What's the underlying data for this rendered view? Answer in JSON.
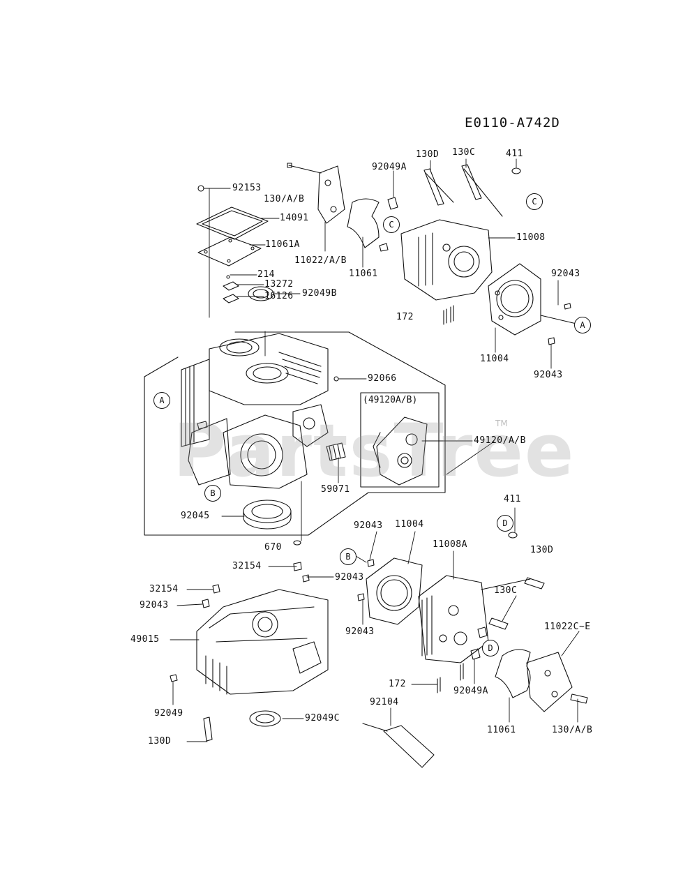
{
  "diagram_code": "E0110-A742D",
  "watermark": {
    "text": "PartsTree",
    "tm": "TM"
  },
  "inset": {
    "title": "(49120A/B)"
  },
  "callouts": {
    "a": "A",
    "b": "B",
    "c": "C",
    "d": "D"
  },
  "parts": {
    "p130d_top": "130D",
    "p130c_top": "130C",
    "p411_top": "411",
    "p92049a_top": "92049A",
    "p92153": "92153",
    "p130ab_top": "130/A/B",
    "p14091": "14091",
    "p11061a": "11061A",
    "p11022ab": "11022/A/B",
    "p11061_top": "11061",
    "p11008": "11008",
    "p92043_r1": "92043",
    "p214": "214",
    "p13272": "13272",
    "p16126": "16126",
    "p92049b": "92049B",
    "p172_top": "172",
    "p11004_top": "11004",
    "p92043_r2": "92043",
    "p92066": "92066",
    "p49120ab": "49120/A/B",
    "p59071": "59071",
    "p92045": "92045",
    "p411_mid": "411",
    "p670": "670",
    "p92043_mid": "92043",
    "p11004_mid": "11004",
    "p11008a": "11008A",
    "p130d_mid": "130D",
    "p32154_a": "32154",
    "p92043_b": "92043",
    "p32154_b": "32154",
    "p92043_c": "92043",
    "p130c_mid": "130C",
    "p49015": "49015",
    "p92043_d": "92043",
    "p11022ce": "11022C~E",
    "p172_bot": "172",
    "p92049a_bot": "92049A",
    "p92049": "92049",
    "p92104": "92104",
    "p92049c": "92049C",
    "p11061_bot": "11061",
    "p130ab_bot": "130/A/B",
    "p130d_bot": "130D"
  }
}
